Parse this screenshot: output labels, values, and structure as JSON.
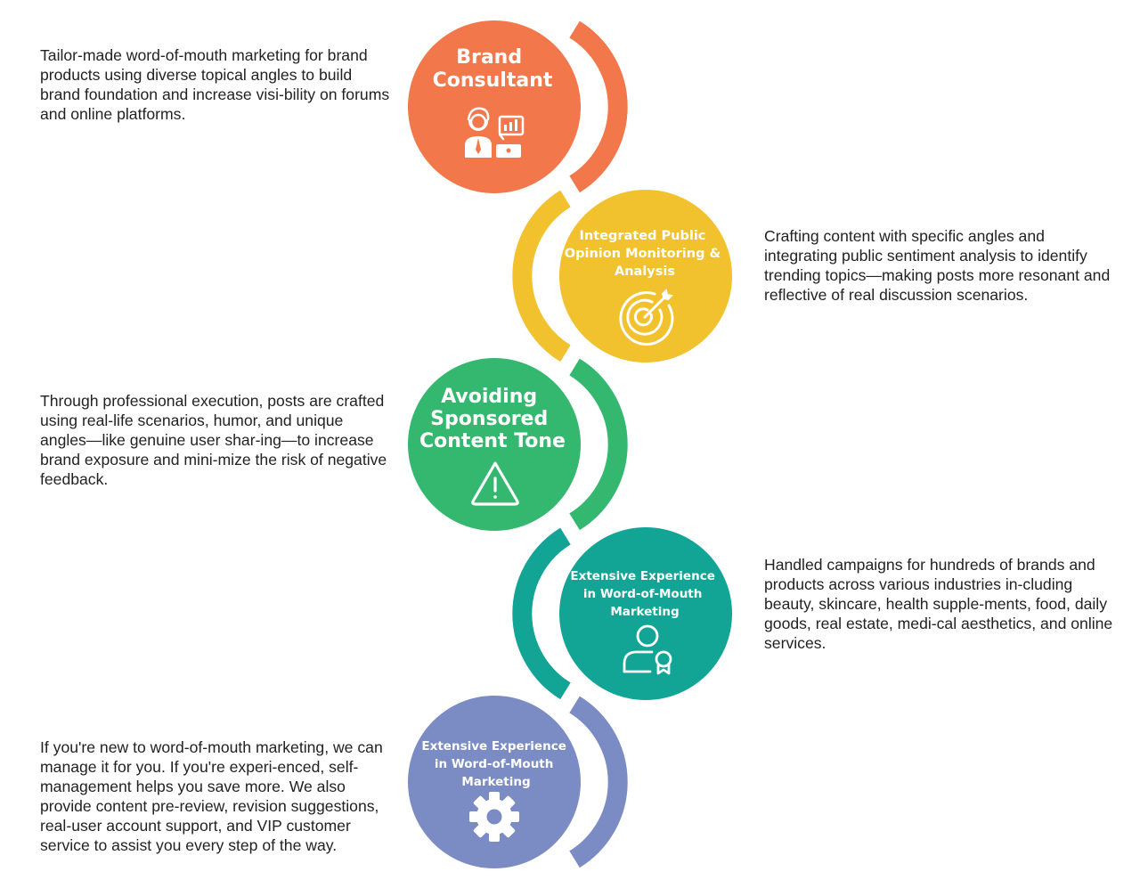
{
  "steps": [
    {
      "title_lines": [
        "Brand",
        "Consultant"
      ],
      "icon": "consultant-icon",
      "color": "#f2784b",
      "description": "Tailor-made word-of-mouth marketing for brand products using diverse topical angles to build brand foundation and increase visi-bility on forums and online platforms."
    },
    {
      "title_lines": [
        "Integrated Public",
        "Opinion Monitoring &",
        "Analysis"
      ],
      "icon": "target-icon",
      "color": "#f2c12e",
      "description": "Crafting content with specific angles and integrating public sentiment analysis to identify trending topics—making posts more resonant and reflective of real discussion scenarios."
    },
    {
      "title_lines": [
        "Avoiding",
        "Sponsored",
        "Content Tone"
      ],
      "icon": "warning-icon",
      "color": "#34b86f",
      "description": "Through professional execution, posts are crafted using real-life scenarios, humor, and unique angles—like genuine user shar-ing—to increase brand exposure and mini-mize the risk of negative feedback."
    },
    {
      "title_lines": [
        "Extensive Experience",
        "in Word-of-Mouth",
        "Marketing"
      ],
      "icon": "certified-user-icon",
      "color": "#12a596",
      "description": "Handled campaigns for hundreds of brands and products across various industries in-cluding beauty, skincare, health supple-ments, food, daily goods, real estate, medi-cal aesthetics, and online services."
    },
    {
      "title_lines": [
        "Extensive Experience",
        "in Word-of-Mouth",
        "Marketing"
      ],
      "icon": "gear-icon",
      "color": "#7b8bc4",
      "description": "If you're new to word-of-mouth marketing, we can manage it for you. If you're experi-enced, self-management helps you save more. We also provide content pre-review, revision suggestions, real-user account support, and VIP customer service to assist you every step of the way."
    }
  ]
}
